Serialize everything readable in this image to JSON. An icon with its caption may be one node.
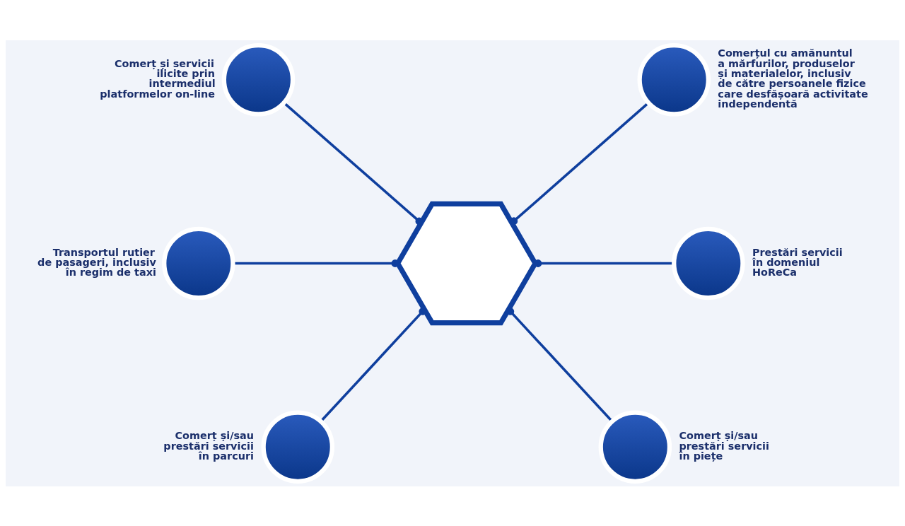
{
  "diagram": {
    "nodes": [
      {
        "text": [],
        "shape": "circle",
        "beside": [
          "Comerț și servicii ilicite prin intermediul platformelor on-line"
        ]
      },
      {
        "text": [],
        "shape": "circle",
        "beside": [
          "Comerțul cu amănuntul a mărfurilor, produselor și materialelor, inclusiv de către persoanele fizice care desfășoară activitate independentă"
        ]
      },
      {
        "text": [],
        "shape": "circle",
        "beside": [
          "Transportul rutier de pasageri, inclusiv în regim de taxi"
        ]
      },
      {
        "text": [],
        "shape": "hexagon"
      },
      {
        "text": [],
        "shape": "circle",
        "beside": [
          "Prestări servicii în domeniul HoReCa"
        ]
      },
      {
        "text": [],
        "shape": "circle",
        "beside": [
          "Comerț și/sau prestări servicii în parcuri"
        ]
      },
      {
        "text": [],
        "shape": "circle",
        "beside": [
          "Comerț și/sau prestări servicii în piețe"
        ]
      }
    ],
    "edges": [
      {
        "from": 0,
        "to": 3,
        "arrow": "other"
      },
      {
        "from": 1,
        "to": 3,
        "arrow": "other"
      },
      {
        "from": 2,
        "to": 3,
        "arrow": "other"
      },
      {
        "from": 4,
        "to": 3,
        "arrow": "other"
      },
      {
        "from": 5,
        "to": 3,
        "arrow": "other"
      },
      {
        "from": 6,
        "to": 3,
        "arrow": "other"
      }
    ]
  }
}
